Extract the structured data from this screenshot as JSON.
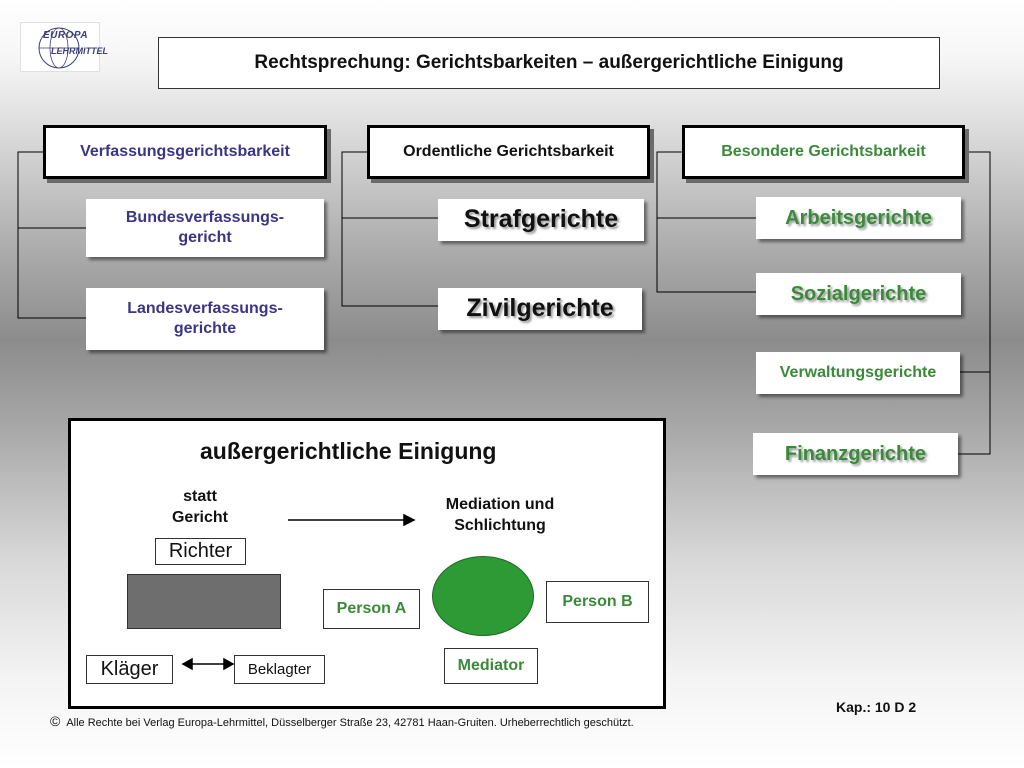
{
  "logo": {
    "line1": "EUROPA",
    "line2": "LEHRMITTEL"
  },
  "title": "Rechtsprechung: Gerichtsbarkeiten – außergerichtliche Einigung",
  "categories": {
    "verfassung": "Verfassungsgerichtsbarkeit",
    "ordentlich": "Ordentliche Gerichtsbarkeit",
    "besondere": "Besondere Gerichtsbarkeit"
  },
  "courts": {
    "bundesverfassung_1": "Bundesverfassungs-",
    "bundesverfassung_2": "gericht",
    "landesverfassung_1": "Landesverfassungs-",
    "landesverfassung_2": "gerichte",
    "straf": "Strafgerichte",
    "zivil": "Zivilgerichte",
    "arbeit": "Arbeitsgerichte",
    "sozial": "Sozialgerichte",
    "verwaltung": "Verwaltungsgerichte",
    "finanz": "Finanzgerichte"
  },
  "mediation": {
    "title": "außergerichtliche Einigung",
    "statt_1": "statt",
    "statt_2": "Gericht",
    "mediation_1": "Mediation und",
    "mediation_2": "Schlichtung",
    "richter": "Richter",
    "person_a": "Person A",
    "person_b": "Person B",
    "mediator": "Mediator",
    "klaeger": "Kläger",
    "beklagter": "Beklagter"
  },
  "footer": {
    "copyright_symbol": "©",
    "text": "Alle Rechte bei Verlag Europa-Lehrmittel, Düsselberger Straße 23, 42781 Haan-Gruiten. Urheberrechtlich geschützt.",
    "kapitel": "Kap.: 10 D 2"
  },
  "colors": {
    "purple": "#3b3586",
    "green": "#3a8a3a",
    "mediator_circle": "#2e9a35",
    "judge_box": "#6e6e6e"
  }
}
